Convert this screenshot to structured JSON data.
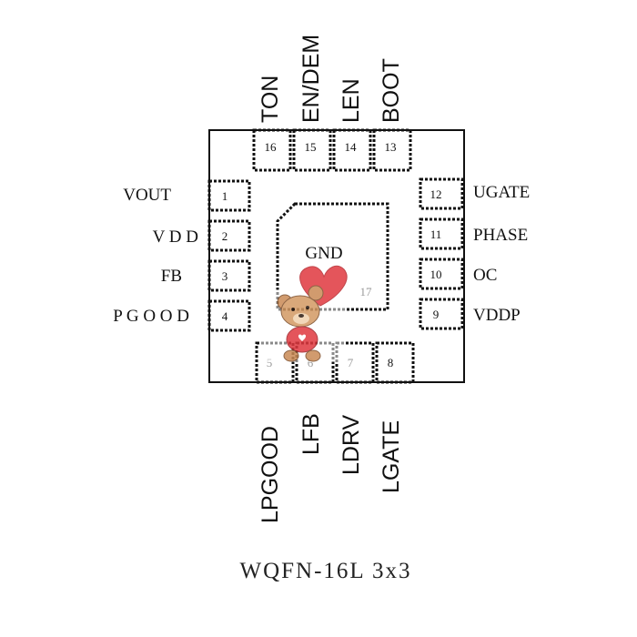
{
  "package": {
    "caption": "WQFN-16L 3x3",
    "exposed_pad": {
      "label": "GND",
      "number": "17"
    }
  },
  "pins": {
    "left": [
      {
        "number": "1",
        "label": "VOUT"
      },
      {
        "number": "2",
        "label": "V D D"
      },
      {
        "number": "3",
        "label": "FB"
      },
      {
        "number": "4",
        "label": "P G O O D"
      }
    ],
    "right": [
      {
        "number": "12",
        "label": "UGATE"
      },
      {
        "number": "11",
        "label": "PHASE"
      },
      {
        "number": "10",
        "label": "OC"
      },
      {
        "number": "9",
        "label": "VDDP"
      }
    ],
    "top": [
      {
        "number": "16",
        "label": "TON"
      },
      {
        "number": "15",
        "label": "EN/DEM"
      },
      {
        "number": "14",
        "label": "LEN"
      },
      {
        "number": "13",
        "label": "BOOT"
      }
    ],
    "bottom": [
      {
        "number": "5",
        "label": "LPGOOD"
      },
      {
        "number": "6",
        "label": "LFB"
      },
      {
        "number": "7",
        "label": "LDRV"
      },
      {
        "number": "8",
        "label": "LGATE"
      }
    ]
  },
  "overlay": {
    "icon": "teddy-bear-heart-icon",
    "heart_color": "#e0383f",
    "bear_color": "#c98a55"
  }
}
